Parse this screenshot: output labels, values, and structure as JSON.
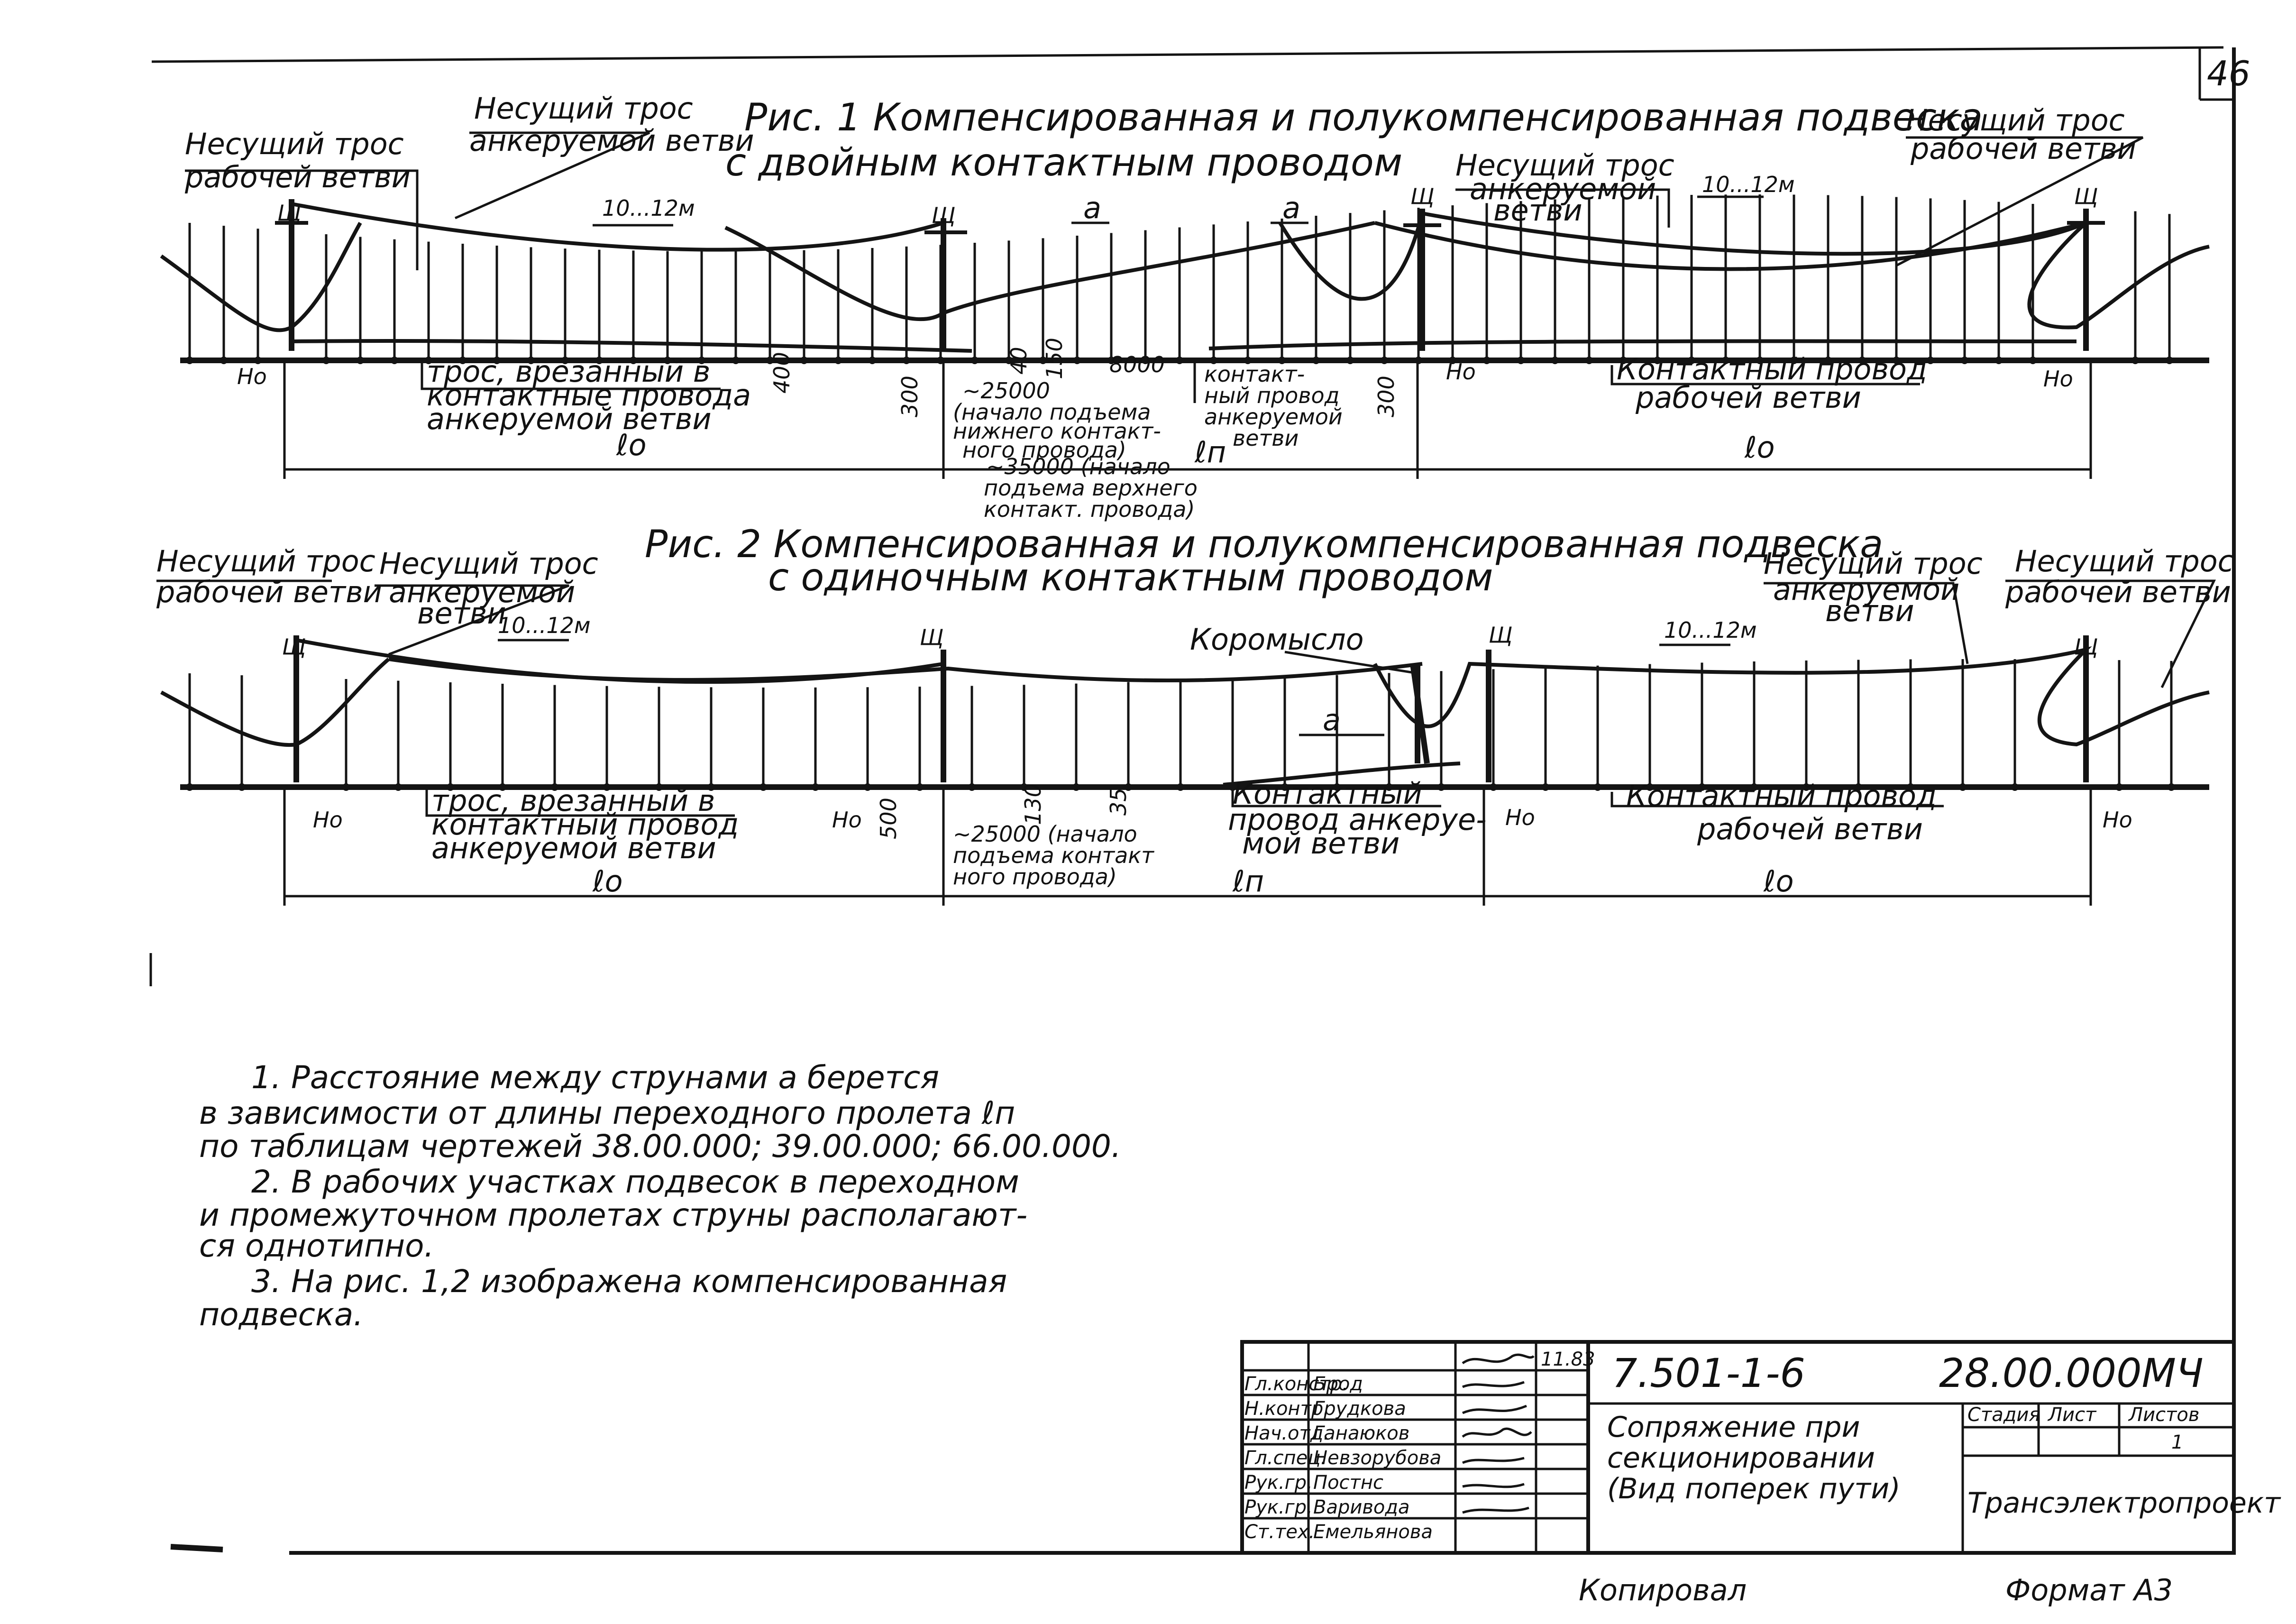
{
  "page": {
    "sheet_number": "46"
  },
  "fig1": {
    "title_line1": "Рис. 1 Компенсированная и полукомпенсированная подвеска",
    "title_line2": "с двойным контактным проводом",
    "labels": {
      "carrier_working_left": [
        "Несущий трос",
        "рабочей ветви"
      ],
      "carrier_anchor_left": [
        "Несущий трос",
        "анкеруемой ветви"
      ],
      "carrier_anchor_right": [
        "Несущий трос",
        "анкеруемой",
        "ветви"
      ],
      "carrier_working_right": [
        "Несущий трос",
        "рабочей ветви"
      ],
      "cable_cut_in": [
        "трос, врезанный в",
        "контактные провода",
        "анкеруемой ветви"
      ],
      "contact_anchor": [
        "контакт-",
        "ный провод",
        "анкеруемой",
        "ветви"
      ],
      "contact_working": [
        "Контактный провод",
        "рабочей ветви"
      ],
      "start_lower": [
        "~25000",
        "(начало подъема",
        "нижнего контакт-",
        "ного провода)"
      ],
      "start_upper": [
        "~35000 (начало",
        "подъема верхнего",
        "контакт. провода)"
      ]
    },
    "dims": {
      "spacing_left": "10...12м",
      "spacing_right": "10...12м",
      "a1": "а",
      "a2": "а",
      "d400": "400",
      "d300a": "300",
      "d40": "40",
      "d150": "150",
      "d8000": "8000",
      "d300b": "300",
      "sh": "Щ",
      "ho": "Но",
      "span_lo": "ℓо",
      "span_ln": "ℓп"
    }
  },
  "fig2": {
    "title_line1": "Рис. 2 Компенсированная и полукомпенсированная подвеска",
    "title_line2": "с одиночным контактным проводом",
    "labels": {
      "carrier_working_left": [
        "Несущий трос",
        "рабочей ветви"
      ],
      "carrier_anchor_left": [
        "Несущий трос",
        "анкеруемой",
        "ветви"
      ],
      "rocker": "Коромысло",
      "carrier_anchor_right": [
        "Несущий трос",
        "анкеруемой",
        "ветви"
      ],
      "carrier_working_right": [
        "Несущий трос",
        "рабочей ветви"
      ],
      "cable_cut_in": [
        "трос, врезанный в",
        "контактный провод",
        "анкеруемой ветви"
      ],
      "contact_anchor": [
        "Контактный",
        "провод анкеруе-",
        "мой ветви"
      ],
      "contact_working": [
        "Контактный провод",
        "рабочей ветви"
      ],
      "start_lift": [
        "~25000 (начало",
        "подъема контакт",
        "ного провода)"
      ]
    },
    "dims": {
      "spacing_left": "10...12м",
      "spacing_right": "10...12м",
      "a": "а",
      "d500": "500",
      "d130": "130",
      "d35": "35",
      "sh": "Щ",
      "ho": "Но",
      "span_lo": "ℓо",
      "span_ln": "ℓп"
    }
  },
  "notes": [
    "1. Расстояние между струнами а берется",
    "в зависимости от длины переходного пролета ℓп",
    "по таблицам чертежей 38.00.000; 39.00.000; 66.00.000.",
    "2. В рабочих участках подвесок в переходном",
    "и промежуточном пролетах струны располагают-",
    "ся однотипно.",
    "3. На рис. 1,2 изображена компенсированная",
    "подвеска."
  ],
  "title_block": {
    "doc_series": "7.501-1-6",
    "doc_code": "28.00.000МЧ",
    "title": [
      "Сопряжение при",
      "секционировании",
      "(Вид поперек пути)"
    ],
    "stage_header": "Стадия",
    "sheet_header": "Лист",
    "sheets_header": "Листов",
    "sheets_total": "1",
    "organization": "Трансэлектропроект",
    "date": "11.83",
    "roles": [
      {
        "role": "Гл.констр.",
        "name": "Брод"
      },
      {
        "role": "Н.контр.",
        "name": "Грудкова"
      },
      {
        "role": "Нач.отд.",
        "name": "Ганаюков"
      },
      {
        "role": "Гл.спец.",
        "name": "Невзорубова"
      },
      {
        "role": "Рук.гр.",
        "name": "Постнс"
      },
      {
        "role": "Рук.гр.",
        "name": "Варивода"
      },
      {
        "role": "Ст.тех.",
        "name": "Емельянова"
      }
    ]
  },
  "footer": {
    "copied": "Копировал",
    "format": "Формат А3"
  }
}
